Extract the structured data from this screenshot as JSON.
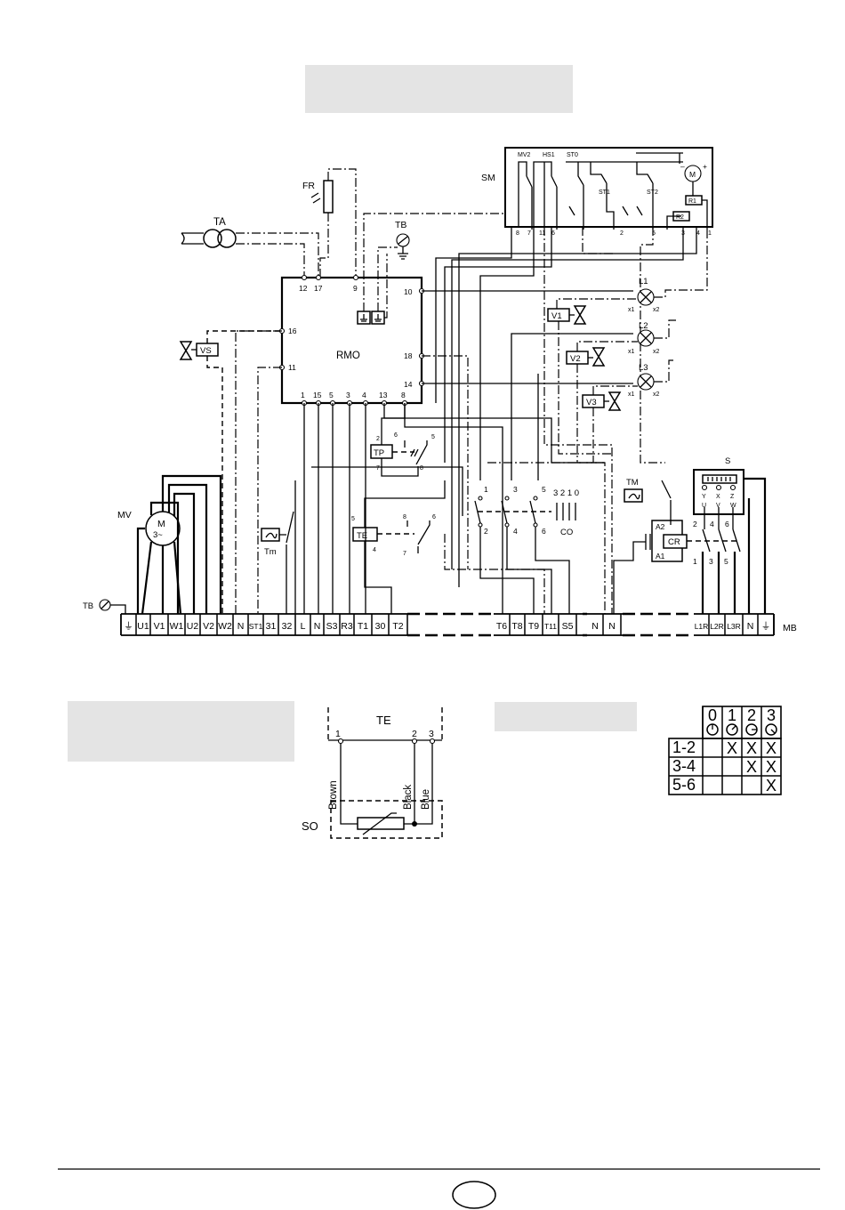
{
  "main_diagram": {
    "transformer_label": "TA",
    "photocell_label": "FR",
    "earth_label_top": "TB",
    "earth_label_left": "TB",
    "control_box_label": "RMO",
    "rmo_top_terminals": [
      "12",
      "17",
      "9"
    ],
    "rmo_right_terminals": [
      "10",
      "18",
      "14"
    ],
    "rmo_left_terminals": [
      "16",
      "11"
    ],
    "rmo_bottom_terminals": [
      "1",
      "15",
      "5",
      "3",
      "4",
      "13",
      "8"
    ],
    "servomotor_label": "SM",
    "servomotor_top_labels": [
      "MV2",
      "HS1",
      "ST0"
    ],
    "servomotor_cam_labels": [
      "ST1",
      "ST2"
    ],
    "servomotor_relays": [
      "R1",
      "R2"
    ],
    "servomotor_bottom_terminals": [
      "8",
      "7",
      "11",
      "6",
      "2",
      "5",
      "3",
      "4",
      "1"
    ],
    "lamps": [
      "L1",
      "L2",
      "L3"
    ],
    "lamp_pins": [
      "x1",
      "x2"
    ],
    "valves": [
      "V1",
      "V2",
      "V3"
    ],
    "safety_valve": "VS",
    "fan_motor_label": "MV",
    "motor_symbol": [
      "M",
      "3~"
    ],
    "tm_switch_label": "Tm",
    "thermostat_te": {
      "label": "TE",
      "pins": [
        "5",
        "4",
        "8",
        "6",
        "7"
      ]
    },
    "pressure_switch_tp": {
      "label": "TP",
      "pins": [
        "2",
        "7",
        "6",
        "5",
        "8"
      ]
    },
    "commutator": {
      "label": "CO",
      "positions": "3 2 1 0",
      "contacts": [
        "1",
        "3",
        "5",
        "2",
        "4",
        "6"
      ]
    },
    "contactor": {
      "label": "CR",
      "coil": [
        "A2",
        "A1"
      ],
      "contacts": [
        "2",
        "4",
        "6",
        "1",
        "3",
        "5"
      ]
    },
    "thermal_relay_label": "TM",
    "motor_switch": {
      "label": "S",
      "terminals_top": [
        "Y",
        "X",
        "Z"
      ],
      "terminals_bottom": [
        "U",
        "V",
        "W"
      ]
    },
    "terminal_block_label": "MB",
    "terminal_block": [
      "⏚",
      "U1",
      "V1",
      "W1",
      "U2",
      "V2",
      "W2",
      "N",
      "ST1",
      "31",
      "32",
      "L",
      "N",
      "S3",
      "R3",
      "T1",
      "30",
      "T2",
      "T6",
      "T8",
      "T9",
      "T11",
      "S5",
      "N",
      "N",
      "L1R",
      "L2R",
      "L3R",
      "N",
      "⏚"
    ]
  },
  "probe_diagram": {
    "title": "TE",
    "pins": [
      "1",
      "2",
      "3"
    ],
    "wires": [
      "Brown",
      "Black",
      "Blue"
    ],
    "probe_label": "SO"
  },
  "switch_table": {
    "positions": [
      "0",
      "1",
      "2",
      "3"
    ],
    "rows": [
      {
        "contact": "1-2",
        "cells": [
          "",
          "X",
          "X",
          "X"
        ]
      },
      {
        "contact": "3-4",
        "cells": [
          "",
          "",
          "X",
          "X"
        ]
      },
      {
        "contact": "5-6",
        "cells": [
          "",
          "",
          "",
          "X"
        ]
      }
    ]
  }
}
